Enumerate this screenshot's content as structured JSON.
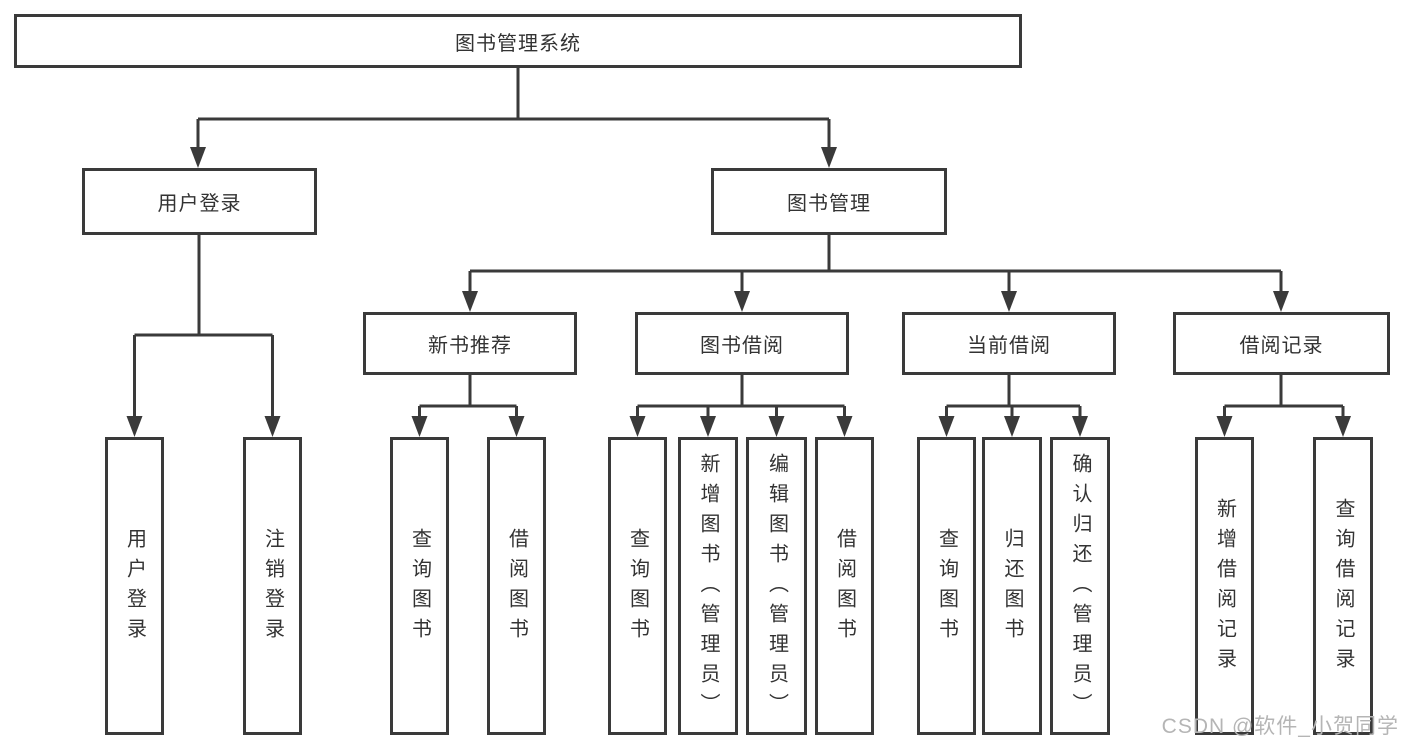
{
  "tree": {
    "label": "图书管理系统",
    "children": [
      {
        "label": "用户登录",
        "children": [
          {
            "label": "用户登录"
          },
          {
            "label": "注销登录"
          }
        ]
      },
      {
        "label": "图书管理",
        "children": [
          {
            "label": "新书推荐",
            "children": [
              {
                "label": "查询图书"
              },
              {
                "label": "借阅图书"
              }
            ]
          },
          {
            "label": "图书借阅",
            "children": [
              {
                "label": "查询图书"
              },
              {
                "label": "新增图书（管理员）"
              },
              {
                "label": "编辑图书（管理员）"
              },
              {
                "label": "借阅图书"
              }
            ]
          },
          {
            "label": "当前借阅",
            "children": [
              {
                "label": "查询图书"
              },
              {
                "label": "归还图书"
              },
              {
                "label": "确认归还（管理员）"
              }
            ]
          },
          {
            "label": "借阅记录",
            "children": [
              {
                "label": "新增借阅记录"
              },
              {
                "label": "查询借阅记录"
              }
            ]
          }
        ]
      }
    ]
  },
  "watermark": {
    "text": "CSDN @软件_小贺同学"
  },
  "colors": {
    "line": "#3a3a3a",
    "text": "#333333",
    "watermark": "#b5b5b5"
  }
}
